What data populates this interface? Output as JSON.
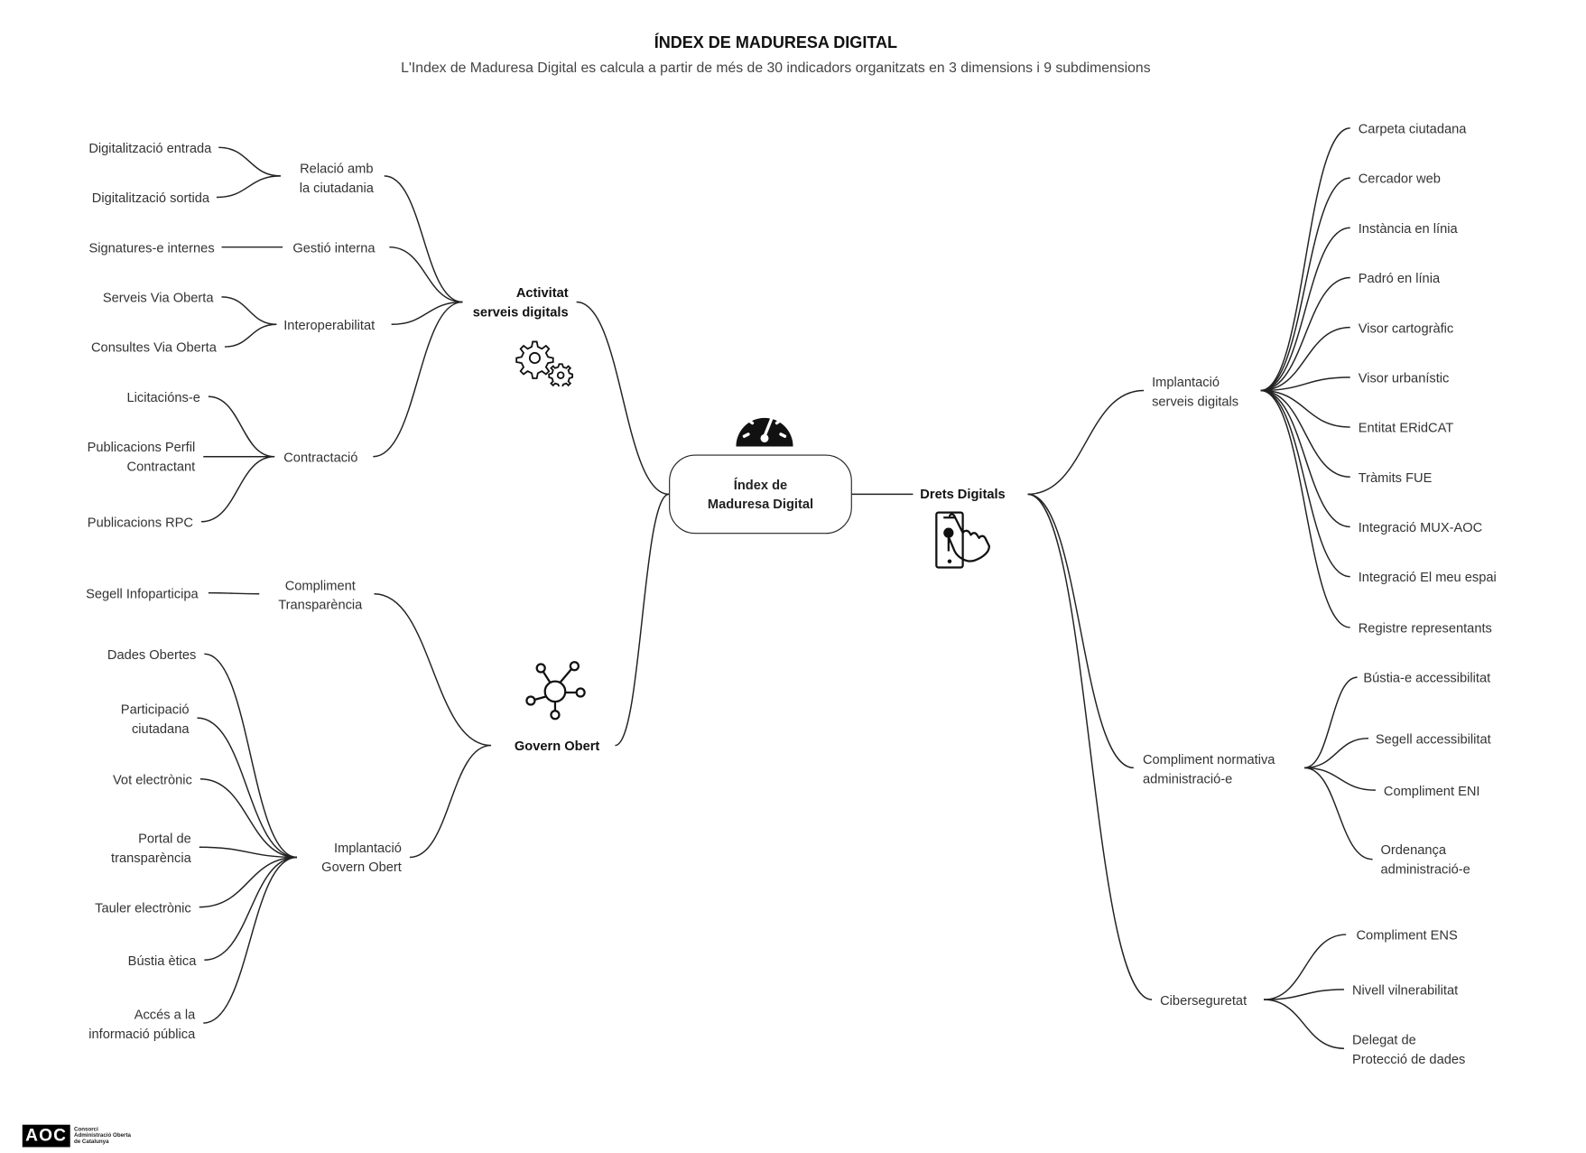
{
  "header": {
    "title": "ÍNDEX DE MADURESA DIGITAL",
    "subtitle": "L'Index de Maduresa Digital es calcula a partir de més de 30 indicadors organitzats en 3 dimensions i 9 subdimensions"
  },
  "center": {
    "label": "Índex de\nMaduresa Digital",
    "icon": "speedometer-icon"
  },
  "activitat": {
    "label": "Activitat\nserveis digitals",
    "icon": "gears-icon",
    "relacio": {
      "label": "Relació amb\nla ciutadania",
      "leaves": [
        "Digitalització entrada",
        "Digitalització sortida"
      ]
    },
    "gestio": {
      "label": "Gestió interna",
      "leaves": [
        "Signatures-e internes"
      ]
    },
    "interop": {
      "label": "Interoperabilitat",
      "leaves": [
        "Serveis Via Oberta",
        "Consultes Via Oberta"
      ]
    },
    "contractacio": {
      "label": "Contractació",
      "leaves": [
        "Licitacións-e",
        "Publicacions Perfil\nContractant",
        "Publicacions RPC"
      ]
    }
  },
  "govern": {
    "label": "Govern Obert",
    "icon": "network-icon",
    "transparencia": {
      "label": "Compliment\nTransparència",
      "leaves": [
        "Segell Infoparticipa"
      ]
    },
    "implantacio": {
      "label": "Implantació\nGovern Obert",
      "leaves": [
        "Dades Obertes",
        "Participació\nciutadana",
        "Vot electrònic",
        "Portal de\ntransparència",
        "Tauler electrònic",
        "Bústia ètica",
        "Accés a la\ninformació pública"
      ]
    }
  },
  "drets": {
    "label": "Drets Digitals",
    "icon": "phone-touch-icon",
    "implantacio": {
      "label": "Implantació\nserveis digitals",
      "leaves": [
        "Carpeta ciutadana",
        "Cercador web",
        "Instància en línia",
        "Padró en línia",
        "Visor cartogràfic",
        "Visor urbanístic",
        "Entitat ERidCAT",
        "Tràmits FUE",
        "Integració MUX-AOC",
        "Integració El meu espai",
        "Registre representants"
      ]
    },
    "normativa": {
      "label": "Compliment normativa\nadministració-e",
      "leaves": [
        "Bústia-e accessibilitat",
        "Segell accessibilitat",
        "Compliment ENI",
        "Ordenança\nadministració-e"
      ]
    },
    "ciber": {
      "label": "Ciberseguretat",
      "leaves": [
        "Compliment ENS",
        "Nivell vilnerabilitat",
        "Delegat de\nProtecció de dades"
      ]
    }
  },
  "footer": {
    "logo_mark": "AOC",
    "logo_text": "Consorci\nAdministració Oberta\nde Catalunya"
  }
}
